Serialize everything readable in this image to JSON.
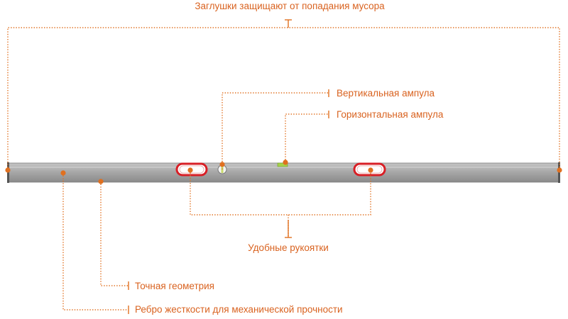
{
  "callouts": {
    "end_caps": "Заглушки защищают от попадания мусора",
    "vertical_vial": "Вертикальная ампула",
    "horizontal_vial": "Горизонтальная ампула",
    "handles": "Удобные рукоятки",
    "geometry": "Точная геометрия",
    "rib": "Ребро жесткости для механической прочности"
  },
  "colors": {
    "accent": "#e07020",
    "handle_red": "#d81f26",
    "bar_light": "#b9b9b9",
    "bar_dark": "#8c8c8c",
    "vial_green": "#a6d24a"
  }
}
